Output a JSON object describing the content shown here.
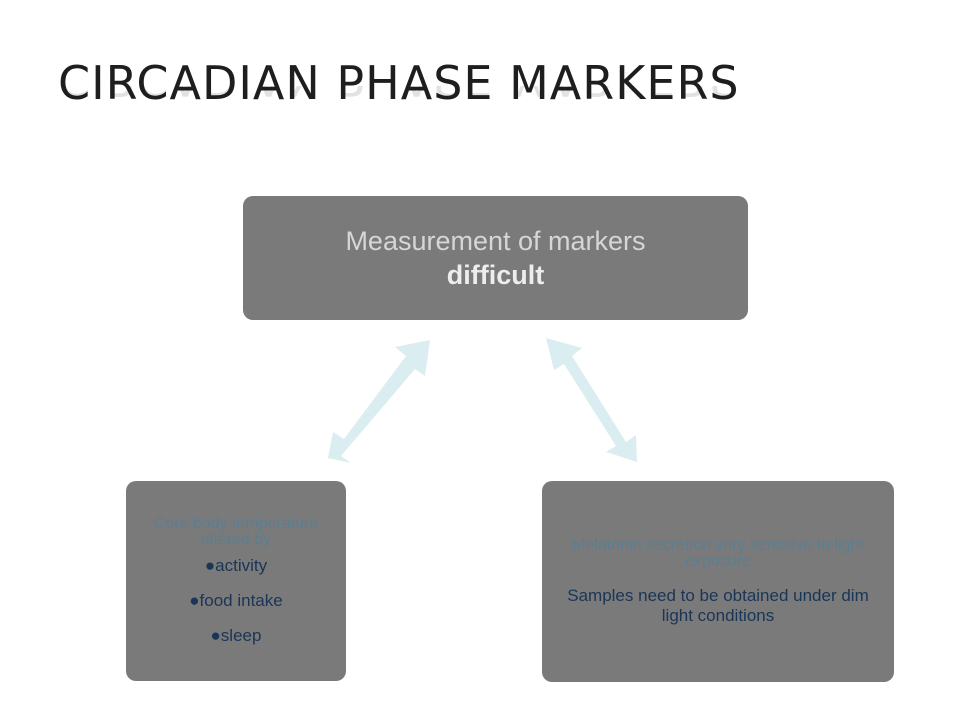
{
  "slide": {
    "title": "CIRCADIAN PHASE MARKERS"
  },
  "top_box": {
    "line1": "Measurement of markers",
    "line2": "difficult"
  },
  "left_box": {
    "heading": "Core body temperature altered by",
    "bullets": [
      "●activity",
      "●food intake",
      "●sleep"
    ]
  },
  "right_box": {
    "heading": "Melatonin secretion very sensitive to light exposure",
    "note": "Samples need to be obtained under dim light conditions"
  },
  "colors": {
    "box_fill": "#7a7a7a",
    "arrow_fill": "#daedf1",
    "title": "#1e1e1e",
    "dark_text": "#1a3556",
    "faint_text": "#5a7f93"
  },
  "icons": [
    "double-arrow-icon",
    "double-arrow-icon"
  ]
}
